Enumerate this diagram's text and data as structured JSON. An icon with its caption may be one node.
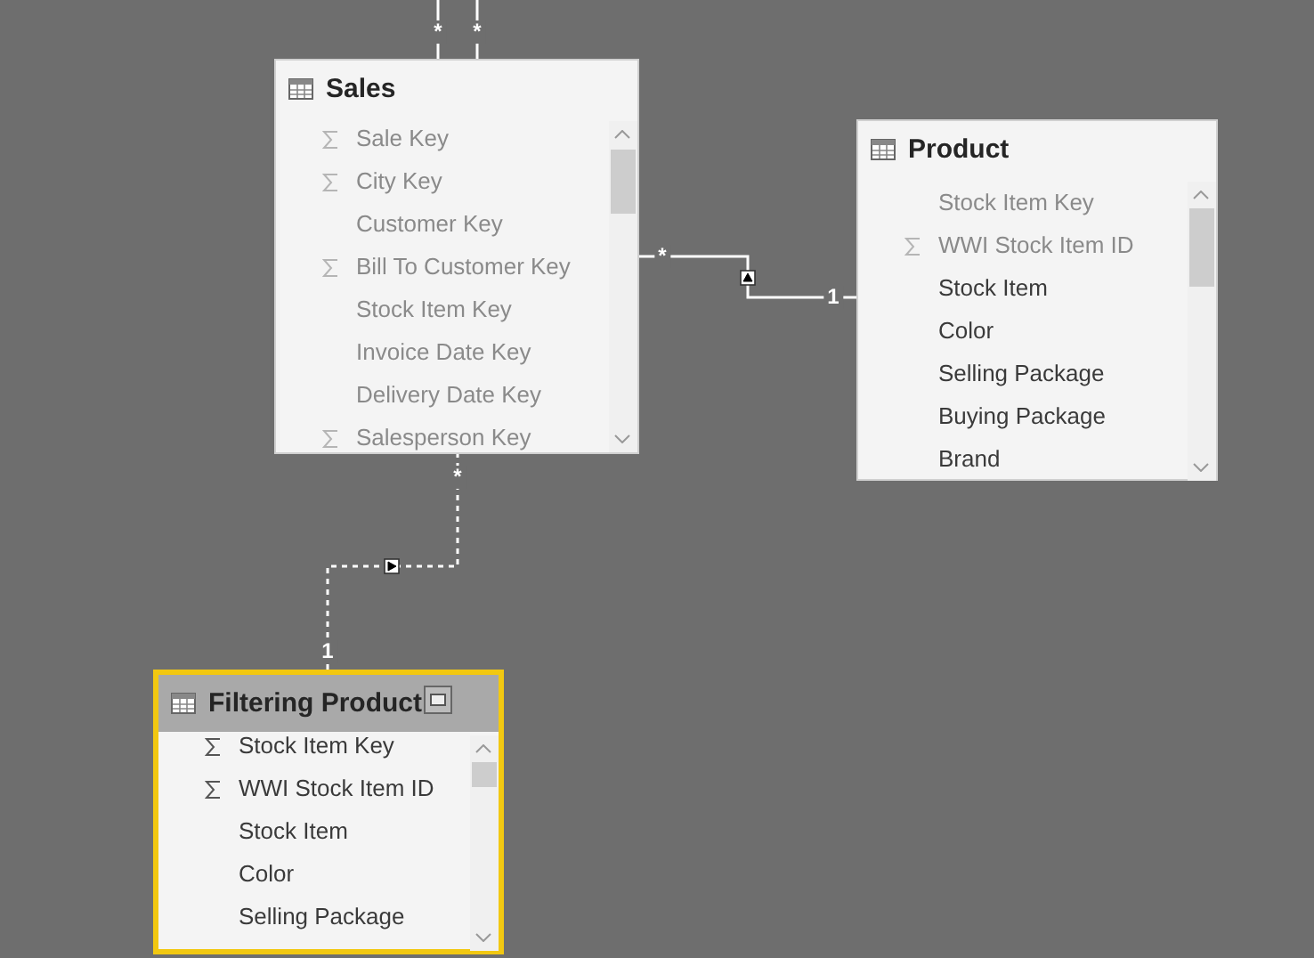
{
  "diagram": {
    "nodes": [
      {
        "text": [
          "Sales",
          "Sale Key",
          "City Key",
          "Customer Key",
          "Bill To Customer Key",
          "Stock Item Key",
          "Invoice Date Key",
          "Delivery Date Key",
          "Salesperson Key"
        ]
      },
      {
        "text": [
          "Product",
          "Stock Item Key",
          "WWI Stock Item ID",
          "Stock Item",
          "Color",
          "Selling Package",
          "Buying Package",
          "Brand"
        ]
      },
      {
        "text": [
          "Filtering Product",
          "Stock Item Key",
          "WWI Stock Item ID",
          "Stock Item",
          "Color",
          "Selling Package"
        ]
      }
    ],
    "edges": [
      {
        "from": null,
        "to": 0,
        "arrow": "none"
      },
      {
        "from": null,
        "to": 0,
        "arrow": "none"
      },
      {
        "from": 1,
        "to": 0,
        "arrow": "to"
      },
      {
        "from": 2,
        "to": 0,
        "arrow": "to",
        "style": "dashed"
      }
    ],
    "labels": [
      "*",
      "*",
      "*",
      "1",
      "*",
      "1"
    ]
  }
}
